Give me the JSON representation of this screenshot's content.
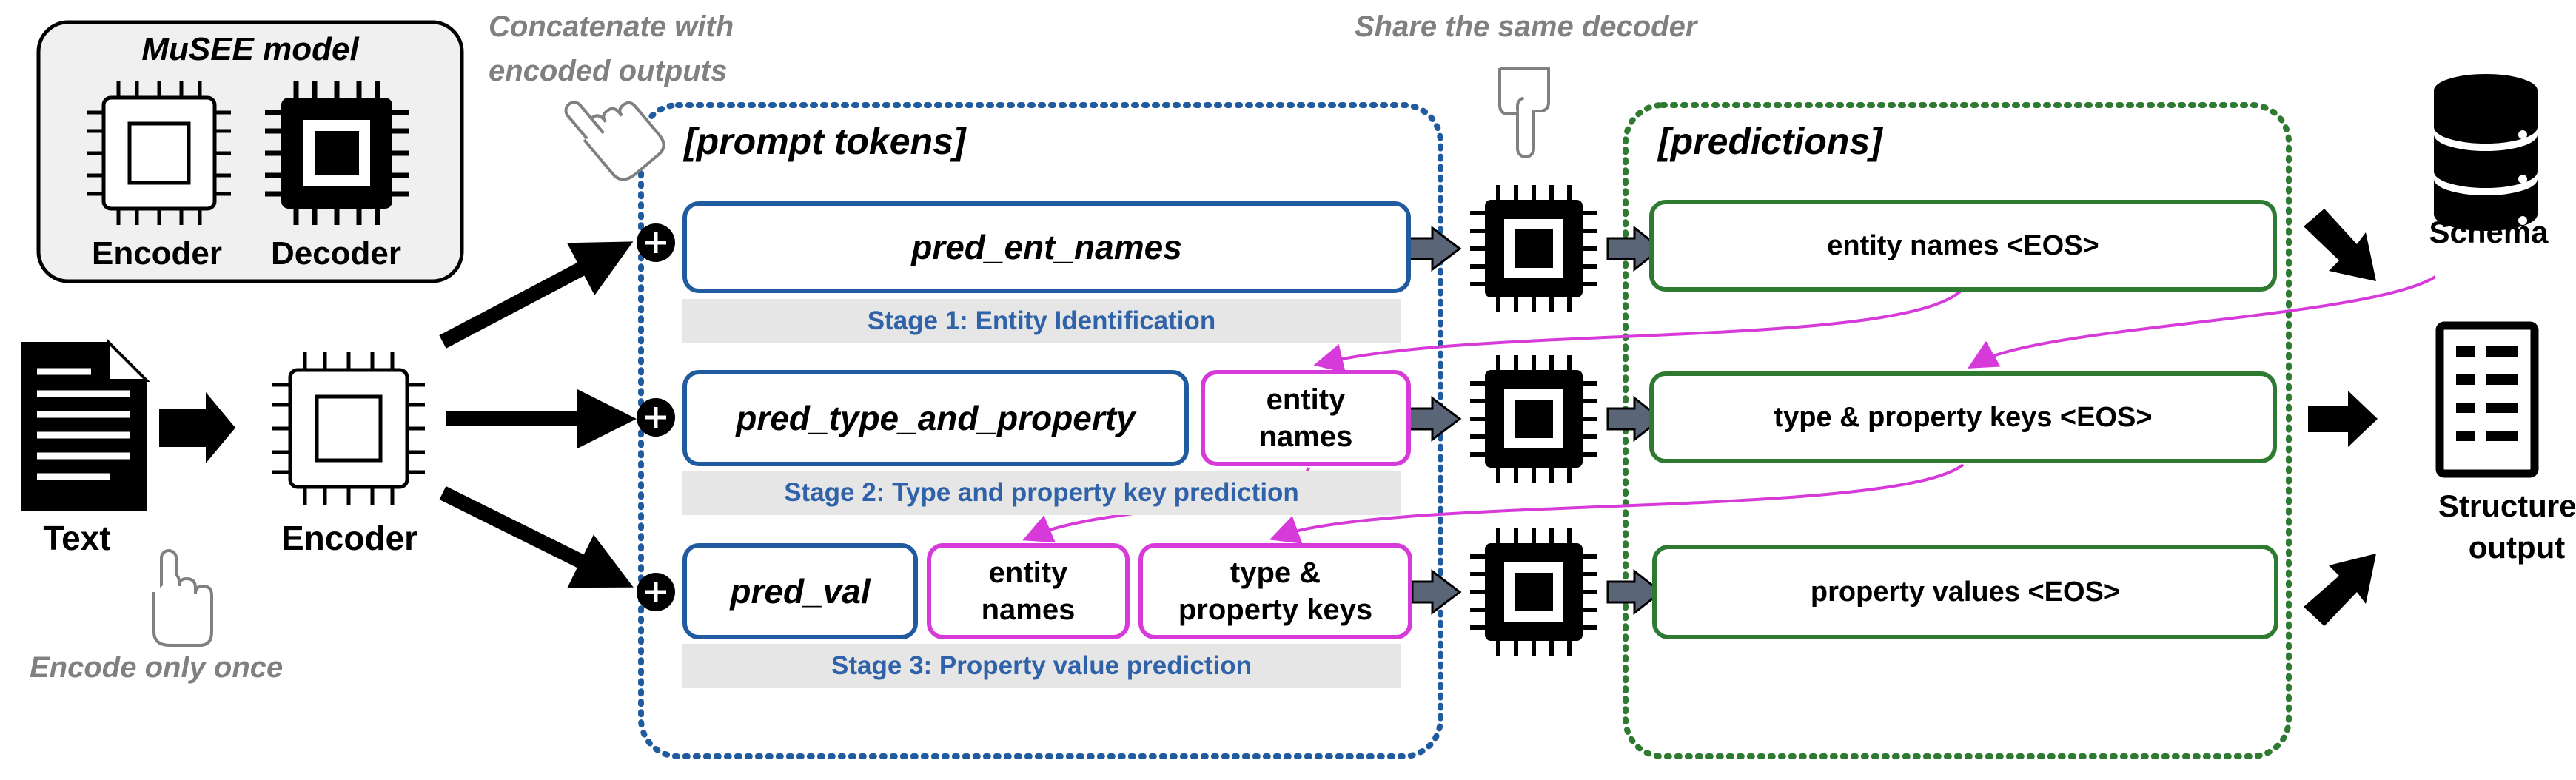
{
  "model_box": {
    "title": "MuSEE model",
    "encoder_label": "Encoder",
    "decoder_label": "Decoder"
  },
  "annotations": {
    "concatenate": "Concatenate with encoded outputs",
    "concatenate_line1": "Concatenate with",
    "concatenate_line2": "encoded outputs",
    "share_decoder": "Share the same decoder",
    "encode_once": "Encode only once"
  },
  "input": {
    "text_label": "Text",
    "encoder_label": "Encoder"
  },
  "prompt_group": {
    "title": "[prompt tokens]"
  },
  "predictions_group": {
    "title": "[predictions]"
  },
  "stages": [
    {
      "prompt": "pred_ent_names",
      "label": "Stage 1: Entity Identification",
      "prediction": "entity names <EOS>"
    },
    {
      "prompt": "pred_type_and_property",
      "label": "Stage 2: Type and property key prediction",
      "prediction": "type & property keys <EOS>"
    },
    {
      "prompt": "pred_val",
      "label": "Stage 3: Property value prediction",
      "prediction": "property values <EOS>"
    }
  ],
  "pink_tokens": {
    "entity_names_l1": "entity",
    "entity_names_l2": "names",
    "type_keys_l1": "type &",
    "type_keys_l2": "property keys"
  },
  "outputs": {
    "schema": "Schema",
    "structured_l1": "Structured",
    "structured_l2": "output"
  },
  "colors": {
    "blue": "#1f5b9e",
    "green": "#2d7a30",
    "pink": "#d63ad9",
    "stage_fill": "#e6e6e6",
    "annotation_gray": "#808080"
  },
  "icons": [
    "chip-outline-icon",
    "chip-filled-icon",
    "document-icon",
    "database-icon",
    "clipboard-list-icon",
    "pointing-hand-icon",
    "plus-circle-icon"
  ]
}
